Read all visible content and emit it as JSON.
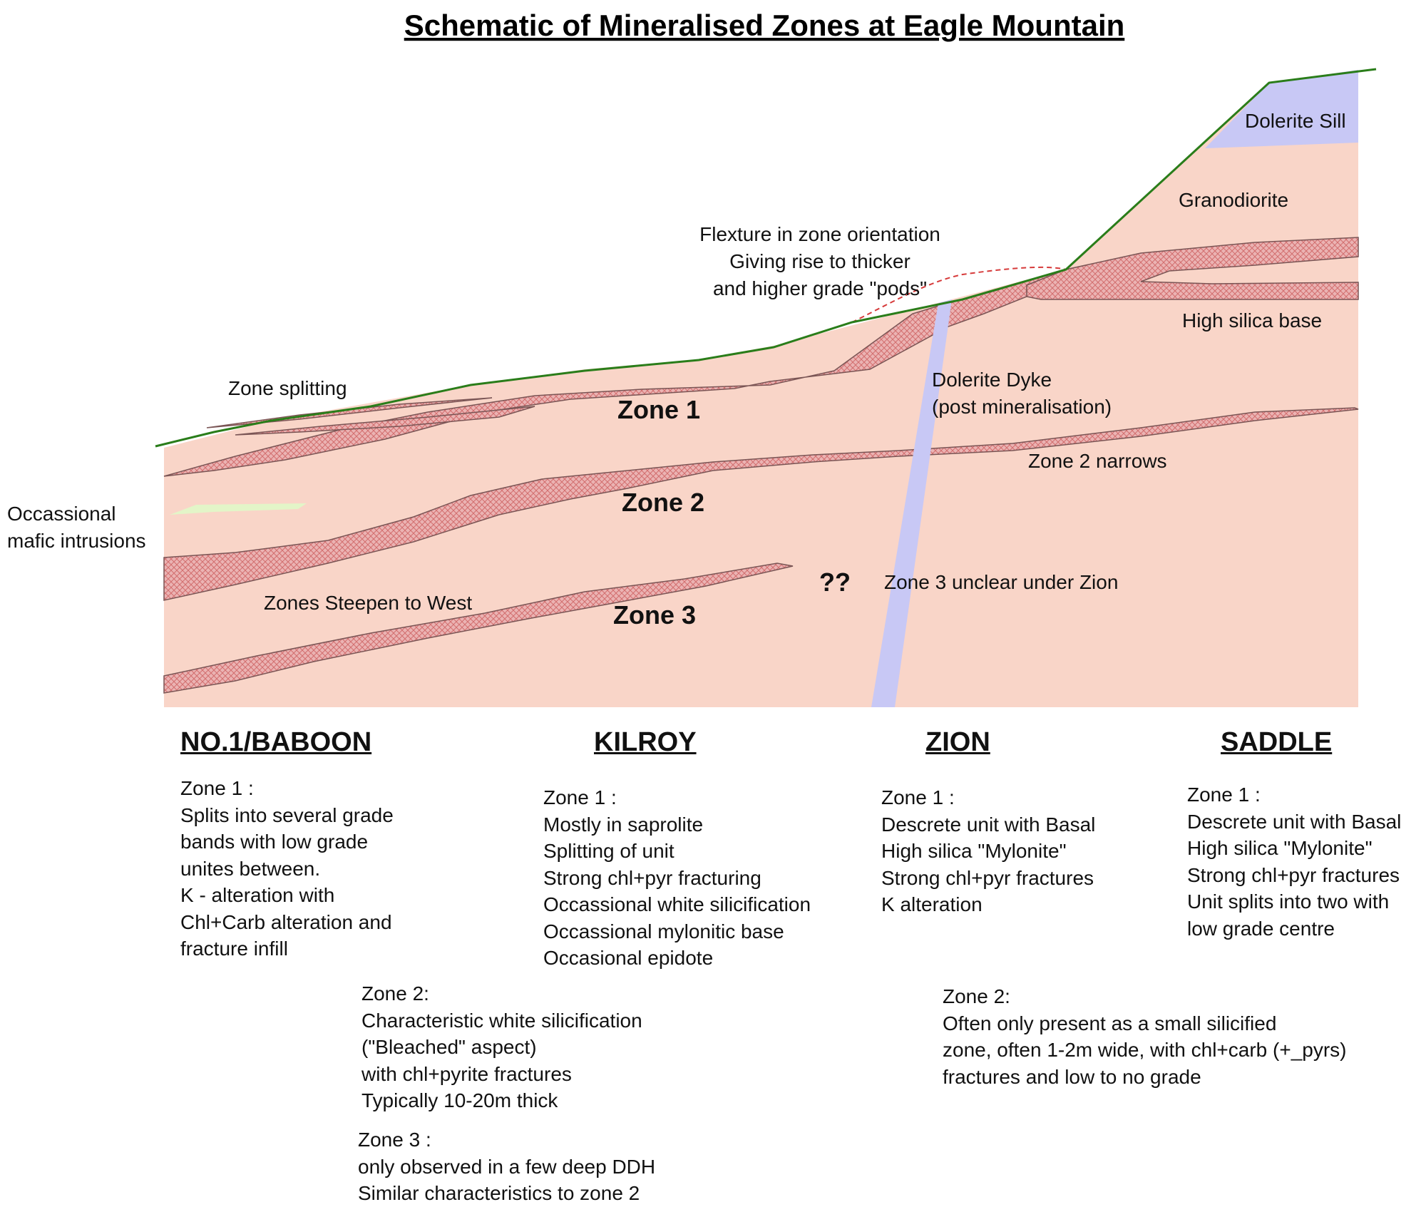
{
  "title": "Schematic of Mineralised Zones at Eagle Mountain",
  "colors": {
    "host_rock": "#f9d5c8",
    "zone_fill": "#ebb3b3",
    "zone_hatch": "#d26e6e",
    "zone_outline": "#7a5555",
    "dolerite": "#c8c8f5",
    "mafic": "#e3f5c8",
    "surface": "#2a7d1a",
    "flexure_dash": "#d63a3a"
  },
  "labels": {
    "dolerite_sill": "Dolerite Sill",
    "granodiorite": "Granodiorite",
    "flexure": [
      "Flexture in zone orientation",
      "Giving rise to thicker",
      "and higher grade \"pods\""
    ],
    "high_silica_base": "High silica base",
    "zone_splitting": "Zone splitting",
    "dolerite_dyke": [
      "Dolerite Dyke",
      "(post mineralisation)"
    ],
    "zone1": "Zone 1",
    "zone2": "Zone 2",
    "zone3": "Zone 3",
    "zone2_narrows": "Zone 2 narrows",
    "mafic_intrusions": [
      "Occassional",
      "mafic intrusions"
    ],
    "zones_steepen": "Zones Steepen to West",
    "question": "??",
    "zone3_unclear": "Zone 3 unclear under Zion"
  },
  "areas": [
    {
      "name": "NO.1/BABOON"
    },
    {
      "name": "KILROY"
    },
    {
      "name": "ZION"
    },
    {
      "name": "SADDLE"
    }
  ],
  "notes": {
    "baboon_zone1": [
      "Zone 1 :",
      "Splits into several grade",
      "bands with low grade",
      "unites between.",
      "K - alteration with",
      "Chl+Carb alteration and",
      "fracture infill"
    ],
    "kilroy_zone1": [
      "Zone 1 :",
      "Mostly in saprolite",
      "Splitting of unit",
      "Strong chl+pyr fracturing",
      "Occassional white silicification",
      "Occassional mylonitic base",
      "Occasional epidote"
    ],
    "zion_zone1": [
      "Zone 1 :",
      "Descrete unit with Basal",
      "High silica \"Mylonite\"",
      "Strong chl+pyr fractures",
      "K alteration"
    ],
    "saddle_zone1": [
      "Zone 1 :",
      "Descrete unit with Basal",
      "High silica \"Mylonite\"",
      "Strong chl+pyr fractures",
      "Unit splits into two with",
      "low grade centre"
    ],
    "west_zone2": [
      "Zone 2:",
      "Characteristic white silicification",
      "(\"Bleached\" aspect)",
      "with chl+pyrite fractures",
      "Typically 10-20m thick"
    ],
    "west_zone3": [
      "Zone 3 :",
      "only observed in a few deep DDH",
      "Similar characteristics to zone 2"
    ],
    "east_zone2": [
      "Zone 2:",
      "Often only present as a small silicified",
      "zone, often 1-2m wide, with chl+carb (+_pyrs)",
      "fractures and low to no grade"
    ]
  }
}
